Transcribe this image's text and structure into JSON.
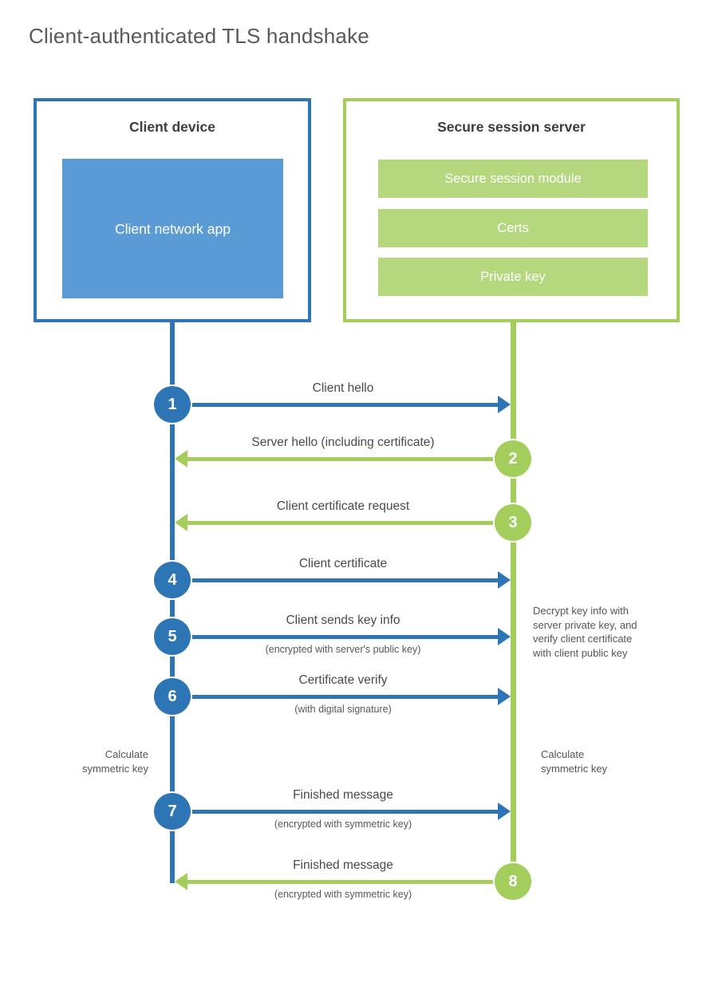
{
  "title": "Client-authenticated TLS handshake",
  "colors": {
    "blue": "#2e75b6",
    "blue_fill": "#5b9bd5",
    "green": "#a3ce5b",
    "green_fill": "#b5d87f"
  },
  "client": {
    "heading": "Client device",
    "module": "Client network app"
  },
  "server": {
    "heading": "Secure session server",
    "modules": [
      "Secure session module",
      "Certs",
      "Private key"
    ]
  },
  "messages": [
    {
      "num": "1",
      "label": "Client hello",
      "sub": ""
    },
    {
      "num": "2",
      "label": "Server hello (including certificate)",
      "sub": ""
    },
    {
      "num": "3",
      "label": "Client certificate request",
      "sub": ""
    },
    {
      "num": "4",
      "label": "Client certificate",
      "sub": ""
    },
    {
      "num": "5",
      "label": "Client sends key info",
      "sub": "(encrypted with server's public key)"
    },
    {
      "num": "6",
      "label": "Certificate verify",
      "sub": "(with digital signature)"
    },
    {
      "num": "7",
      "label": "Finished message",
      "sub": "(encrypted with symmetric key)"
    },
    {
      "num": "8",
      "label": "Finished message",
      "sub": "(encrypted with symmetric key)"
    }
  ],
  "notes": {
    "calc_left": [
      "Calculate",
      "symmetric key"
    ],
    "calc_right": [
      "Calculate",
      "symmetric key"
    ],
    "decrypt": [
      "Decrypt key info with",
      "server private key, and",
      "verify client certificate",
      "with client public key"
    ]
  }
}
